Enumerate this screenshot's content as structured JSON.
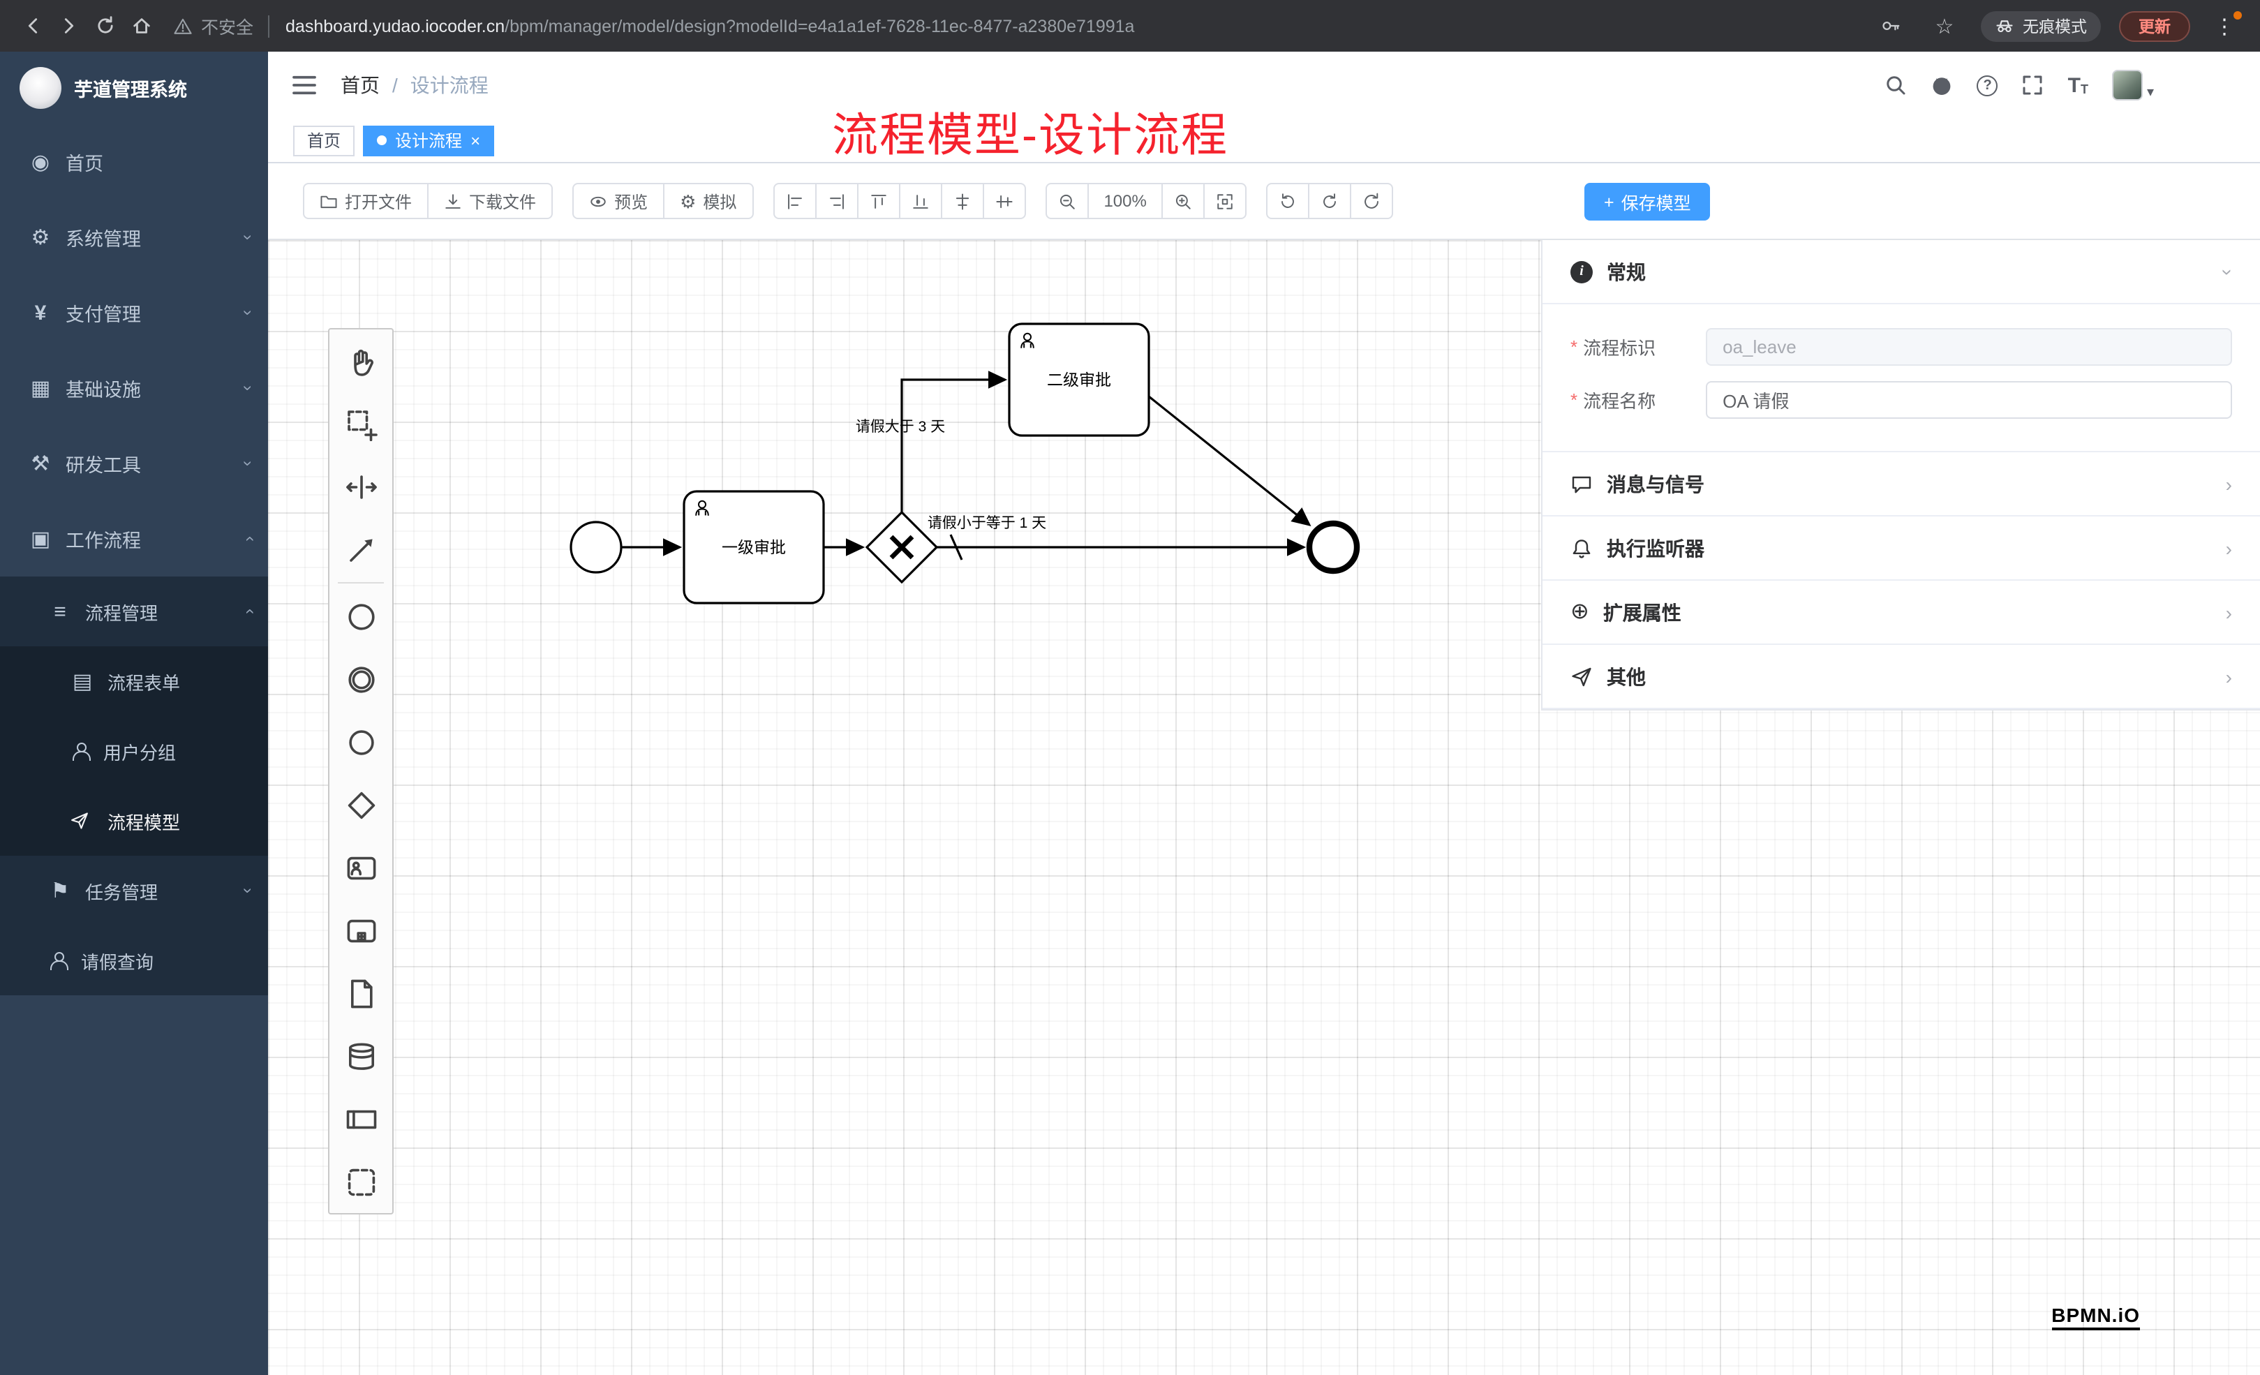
{
  "browser": {
    "security_label": "不安全",
    "url_domain": "dashboard.yudao.iocoder.cn",
    "url_path": "/bpm/manager/model/design?modelId=e4a1a1ef-7628-11ec-8477-a2380e71991a",
    "incognito_label": "无痕模式",
    "update_label": "更新"
  },
  "sidebar": {
    "app_title": "芋道管理系统",
    "items": [
      {
        "label": "首页",
        "icon": "dashboard-icon",
        "state": "leaf"
      },
      {
        "label": "系统管理",
        "icon": "gear-icon",
        "state": "collapsed"
      },
      {
        "label": "支付管理",
        "icon": "payment-icon",
        "state": "collapsed"
      },
      {
        "label": "基础设施",
        "icon": "infrastructure-icon",
        "state": "collapsed"
      },
      {
        "label": "研发工具",
        "icon": "devtools-icon",
        "state": "collapsed"
      },
      {
        "label": "工作流程",
        "icon": "workflow-icon",
        "state": "expanded"
      },
      {
        "label": "流程管理",
        "icon": "process-management-icon",
        "state": "expanded"
      },
      {
        "label": "流程表单",
        "icon": "form-icon",
        "state": "leaf"
      },
      {
        "label": "用户分组",
        "icon": "user-group-icon",
        "state": "leaf"
      },
      {
        "label": "流程模型",
        "icon": "process-model-icon",
        "state": "leaf",
        "active": true
      },
      {
        "label": "任务管理",
        "icon": "task-management-icon",
        "state": "collapsed"
      },
      {
        "label": "请假查询",
        "icon": "leave-query-icon",
        "state": "leaf"
      }
    ]
  },
  "header": {
    "breadcrumb": [
      "首页",
      "设计流程"
    ],
    "separator": "/",
    "annotation": "流程模型-设计流程"
  },
  "tabs": [
    {
      "label": "首页",
      "active": false
    },
    {
      "label": "设计流程",
      "active": true
    }
  ],
  "toolbar": {
    "open_file": "打开文件",
    "download_file": "下载文件",
    "preview": "预览",
    "simulate": "模拟",
    "zoom_level": "100%",
    "save_model": "保存模型"
  },
  "panel": {
    "general_title": "常规",
    "required_marker": "*",
    "process_key_label": "流程标识",
    "process_key_value": "oa_leave",
    "process_name_label": "流程名称",
    "process_name_value": "OA 请假",
    "groups": [
      {
        "title": "消息与信号"
      },
      {
        "title": "执行监听器"
      },
      {
        "title": "扩展属性"
      },
      {
        "title": "其他"
      }
    ]
  },
  "diagram": {
    "task1": "一级审批",
    "task2": "二级审批",
    "flow_gt3": "请假大于 3 天",
    "flow_lte1": "请假小于等于 1 天"
  },
  "watermark": "BPMN.iO",
  "colors": {
    "accent_blue": "#409eff",
    "annotation_red": "#f5222d",
    "sidebar_bg": "#304156"
  },
  "icons": {
    "gear": "⚙",
    "yen": "¥",
    "grid": "▦",
    "tools": "⚒",
    "case": "▣",
    "list": "≡",
    "doc": "▤",
    "flag": "⚑",
    "dash": "◉",
    "plus_circle": "⊕",
    "plus": "+",
    "star": "☆",
    "kebab": "⋮",
    "caret": "▾",
    "chevron": "›",
    "close": "×",
    "question": "?",
    "t": "T",
    "info": "i"
  }
}
